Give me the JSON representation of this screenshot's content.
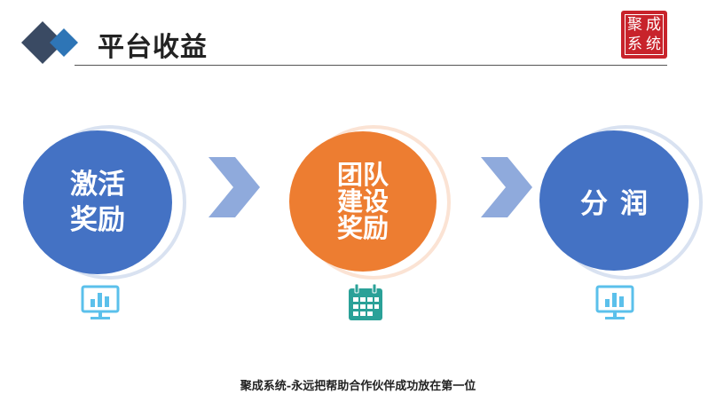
{
  "header": {
    "title": "平台收益",
    "seal_chars": [
      "聚",
      "成",
      "系",
      "统"
    ]
  },
  "steps": [
    {
      "label_lines": [
        "激活",
        "奖励"
      ],
      "color": "#4472c4",
      "icon": "bar-chart-monitor-icon"
    },
    {
      "label_lines": [
        "团队",
        "建设",
        "奖励"
      ],
      "color": "#ed7d31",
      "icon": "calendar-icon"
    },
    {
      "label_lines": [
        "分润"
      ],
      "color": "#4472c4",
      "icon": "bar-chart-monitor-icon"
    }
  ],
  "colors": {
    "blue": "#4472c4",
    "orange": "#ed7d31",
    "arrow": "#8faadc",
    "icon_cyan": "#5bc0eb",
    "icon_teal": "#2aa198",
    "seal_red": "#c8232b",
    "logo_dark": "#3a4a63",
    "logo_blue": "#2e75b6"
  },
  "footer": {
    "text": "聚成系统-永远把帮助合作伙伴成功放在第一位"
  }
}
